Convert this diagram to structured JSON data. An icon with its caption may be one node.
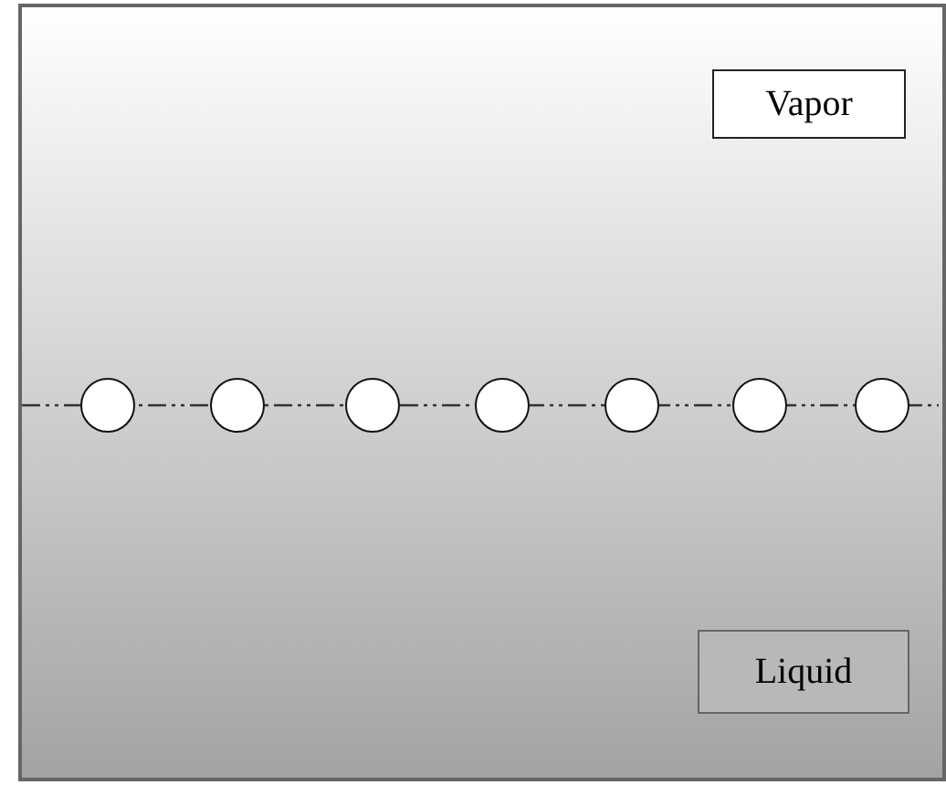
{
  "diagram": {
    "nodes": [
      {
        "text": [
          "Vapor"
        ]
      },
      {
        "text": [],
        "shape": "circle"
      },
      {
        "text": [],
        "shape": "circle"
      },
      {
        "text": [],
        "shape": "circle"
      },
      {
        "text": [],
        "shape": "circle"
      },
      {
        "text": [],
        "shape": "circle"
      },
      {
        "text": [],
        "shape": "circle"
      },
      {
        "text": [],
        "shape": "circle"
      },
      {
        "text": [
          "Liquid"
        ]
      }
    ],
    "edges": []
  }
}
